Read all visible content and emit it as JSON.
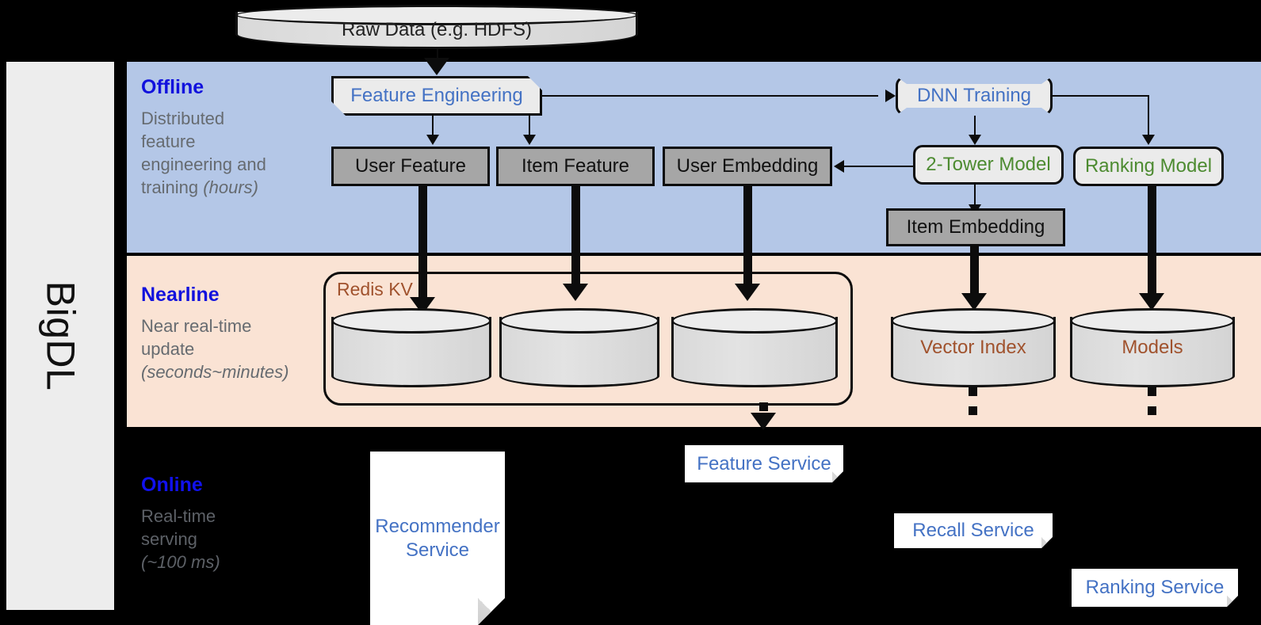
{
  "framework": {
    "name": "BigDL"
  },
  "stages": [
    {
      "id": "offline",
      "title": "Offline",
      "desc_line1": "Distributed",
      "desc_line2": "feature",
      "desc_line3": "engineering and",
      "desc_line4": "training ",
      "desc_italic": "(hours)"
    },
    {
      "id": "nearline",
      "title": "Nearline",
      "desc_line1": "Near real-time",
      "desc_line2": "update",
      "desc_italic": "(seconds~minutes)"
    },
    {
      "id": "online",
      "title": "Online",
      "desc_line1": "Real-time",
      "desc_line2": "serving",
      "desc_italic": "(~100 ms)"
    }
  ],
  "nodes": {
    "raw_data": "Raw Data (e.g. HDFS)",
    "feature_engineering": "Feature Engineering",
    "dnn_training": "DNN Training",
    "user_feature": "User Feature",
    "item_feature": "Item Feature",
    "user_embedding": "User Embedding",
    "two_tower_model": "2-Tower Model",
    "ranking_model": "Ranking Model",
    "item_embedding": "Item Embedding",
    "redis_kv": "Redis KV",
    "kv_store_1": "",
    "kv_store_2": "",
    "kv_store_3": "",
    "vector_index": "Vector Index",
    "models": "Models",
    "feature_service": "Feature Service",
    "recommender_service_l1": "Recommender",
    "recommender_service_l2": "Service",
    "recall_service": "Recall Service",
    "ranking_service": "Ranking Service"
  },
  "colors": {
    "offline_band": "#b4c7e7",
    "nearline_band": "#fae3d4",
    "online_band": "#000000",
    "stage_title": "#1111dd",
    "blue_text": "#4472c4",
    "green_text": "#4d8b31",
    "brown_text": "#a0522d",
    "store_fill": "#a6a6a6",
    "proc_fill": "#ebebeb",
    "sidebar_fill": "#ededed"
  }
}
